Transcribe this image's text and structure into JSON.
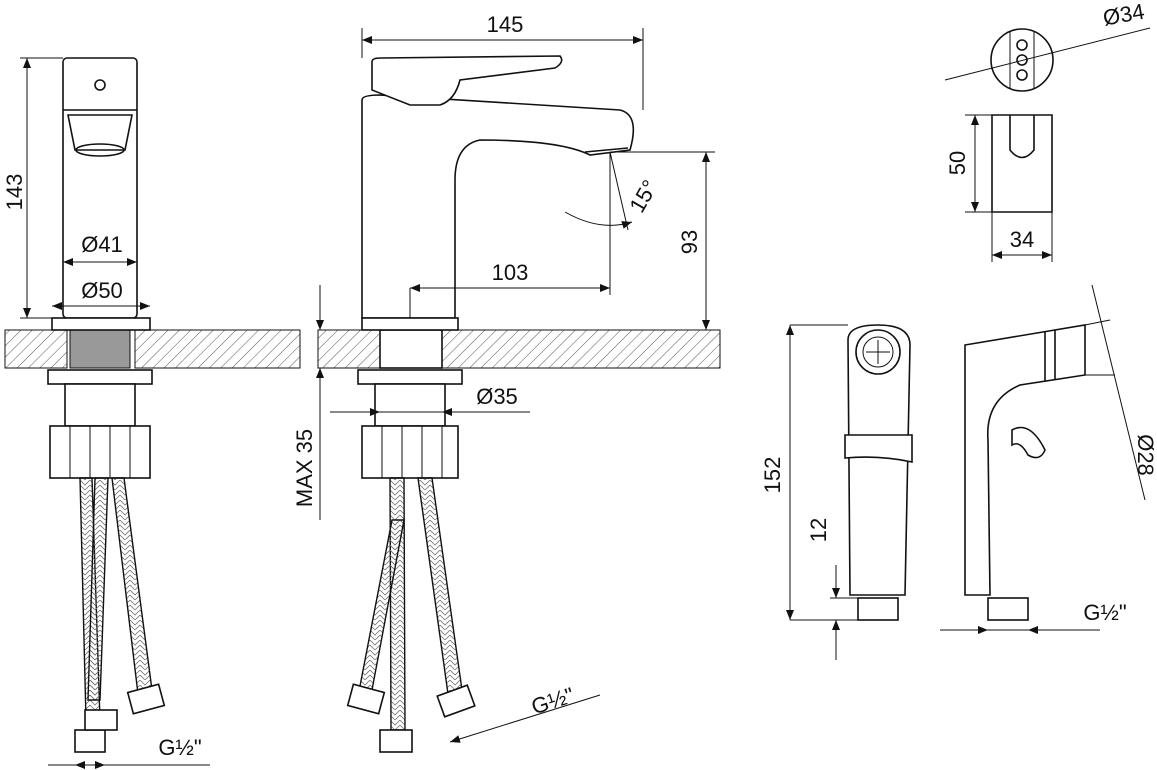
{
  "drawing": {
    "basin_mixer_front": {
      "height_label": "143",
      "body_diameter_label": "Ø41",
      "base_diameter_label": "Ø50",
      "thread_label": "G½\""
    },
    "basin_mixer_side": {
      "length_label": "145",
      "spout_height_label": "93",
      "spout_reach_label": "103",
      "angle_label": "15°",
      "hole_diameter_label": "Ø35",
      "max_thickness_label": "MAX 35",
      "thread_label": "G½\""
    },
    "holder": {
      "diameter_label": "Ø34",
      "height_label": "50",
      "width_label": "34"
    },
    "hand_shower": {
      "length_label": "152",
      "thread_length_label": "12",
      "head_diameter_label": "Ø28",
      "thread_label": "G½\""
    }
  }
}
